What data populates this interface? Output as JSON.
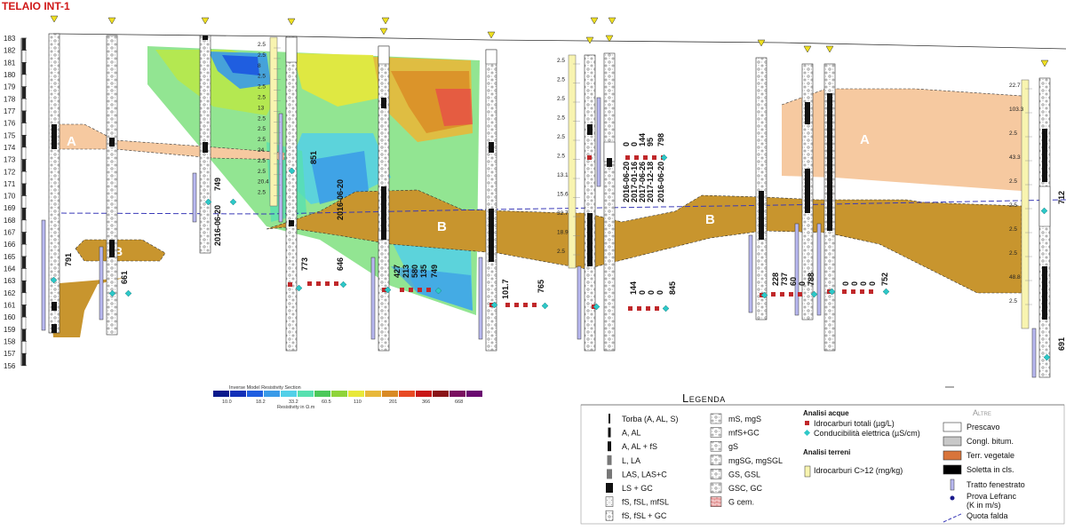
{
  "title": "TELAIO INT-1",
  "elevation_ticks": [
    183,
    182,
    181,
    180,
    179,
    178,
    177,
    176,
    175,
    174,
    173,
    172,
    171,
    170,
    169,
    168,
    167,
    166,
    165,
    164,
    163,
    162,
    161,
    160,
    159,
    158,
    157,
    156
  ],
  "units": {
    "A": "A",
    "B": "B"
  },
  "resistivity": {
    "title": "Inverse Model Resistivity Section",
    "unit_label": "Resistivity in Ω.m",
    "scale_labels": [
      "10.0",
      "18.2",
      "33.2",
      "60.5",
      "110",
      "201",
      "366",
      "668"
    ],
    "colors": [
      "#0b1a8c",
      "#1230b8",
      "#1f5ee0",
      "#3a9ae8",
      "#52d0e8",
      "#57e0b0",
      "#4cc85a",
      "#8fd43a",
      "#e8e83a",
      "#e8b83a",
      "#d98a24",
      "#e84a24",
      "#c81818",
      "#8a1418",
      "#7a1060",
      "#6a0a70"
    ]
  },
  "chem_labels": {
    "b1": "791",
    "b2": "661",
    "b3": "749",
    "b3date": "2016-06-20",
    "b4": "851",
    "b4date": "2016-06-20",
    "b4b": "773",
    "b4c": "646",
    "b5a": "427",
    "b5b": "213",
    "b5c": "580",
    "b5d": "135",
    "b5e": "749",
    "b6a": "101.7",
    "b6b": "765",
    "b7d1": "2016-06-20",
    "b7d2": "2017-01-16",
    "b7d3": "2017-06-26",
    "b7d4": "2017-12-18",
    "b7d5": "2016-06-20",
    "b7v1": "0",
    "b7v2": "0",
    "b7v3": "144",
    "b7v4": "95",
    "b7v5": "798",
    "b8a": "144",
    "b8b": "0",
    "b8c": "0",
    "b8d": "0",
    "b8e": "845",
    "b9a": "228",
    "b9b": "737",
    "b9c": "60",
    "b9d": "0",
    "b9e": "788",
    "b10a": "0",
    "b10b": "0",
    "b10c": "0",
    "b10d": "0",
    "b10e": "752",
    "b11": "712",
    "b12": "691"
  },
  "col1_values": [
    "2.5",
    "2.5",
    "8",
    "2.5",
    "2.5",
    "2.5",
    "13",
    "2.5",
    "2.5",
    "2.5",
    "24",
    "2.5",
    "2.5",
    "20.4",
    "2.5"
  ],
  "col2_values": [
    "2.5",
    "2.5",
    "2.5",
    "2.5",
    "2.5",
    "2.5",
    "13.1",
    "15.6",
    "32.7",
    "18.9",
    "2.5"
  ],
  "col3_values": [
    "22.7",
    "103.3",
    "2.5",
    "43.3",
    "2.5",
    "2.5",
    "2.5",
    "2.5",
    "48.8",
    "2.5"
  ],
  "legend": {
    "title": "Legenda",
    "lith_col1": [
      "Torba (A, AL, S)",
      "A, AL",
      "A, AL + fS",
      "L, LA",
      "LAS, LAS+C",
      "LS + GC",
      "fS, fSL, mfSL",
      "fS, fSL + GC"
    ],
    "lith_col2": [
      "mS, mgS",
      "mfS+GC",
      "gS",
      "mgSG, mgSGL",
      "GS, GSL",
      "GSC, GC",
      "G cem."
    ],
    "acque_title": "Analisi acque",
    "acque_items": [
      "Idrocarburi totali (µg/L)",
      "Conducibilità elettrica (µS/cm)"
    ],
    "terreni_title": "Analisi terreni",
    "terreni_items": [
      "Idrocarburi C>12 (mg/kg)"
    ],
    "altre_title": "Altre",
    "altre_items": [
      "Prescavo",
      "Congl. bitum.",
      "Terr. vegetale",
      "Soletta in cls."
    ],
    "misc_items": [
      "Tratto fenestrato",
      "Prova Lefranc",
      "(K in m/s)",
      "Quota falda"
    ],
    "colors": {
      "water_hc": "#c0282a",
      "water_ec": "#2ec8c8",
      "soil_hc": "#f8f4b0",
      "terr_veg": "#d8743a",
      "bitum": "#c8c8c8",
      "soletta": "#000000",
      "screen": "#b8b8f0",
      "lefranc": "#1a1a8c",
      "falda": "#3a3ab8"
    }
  },
  "colors": {
    "unitA": "#f6c9a0",
    "unitB": "#c8952e",
    "title": "#d01818"
  }
}
